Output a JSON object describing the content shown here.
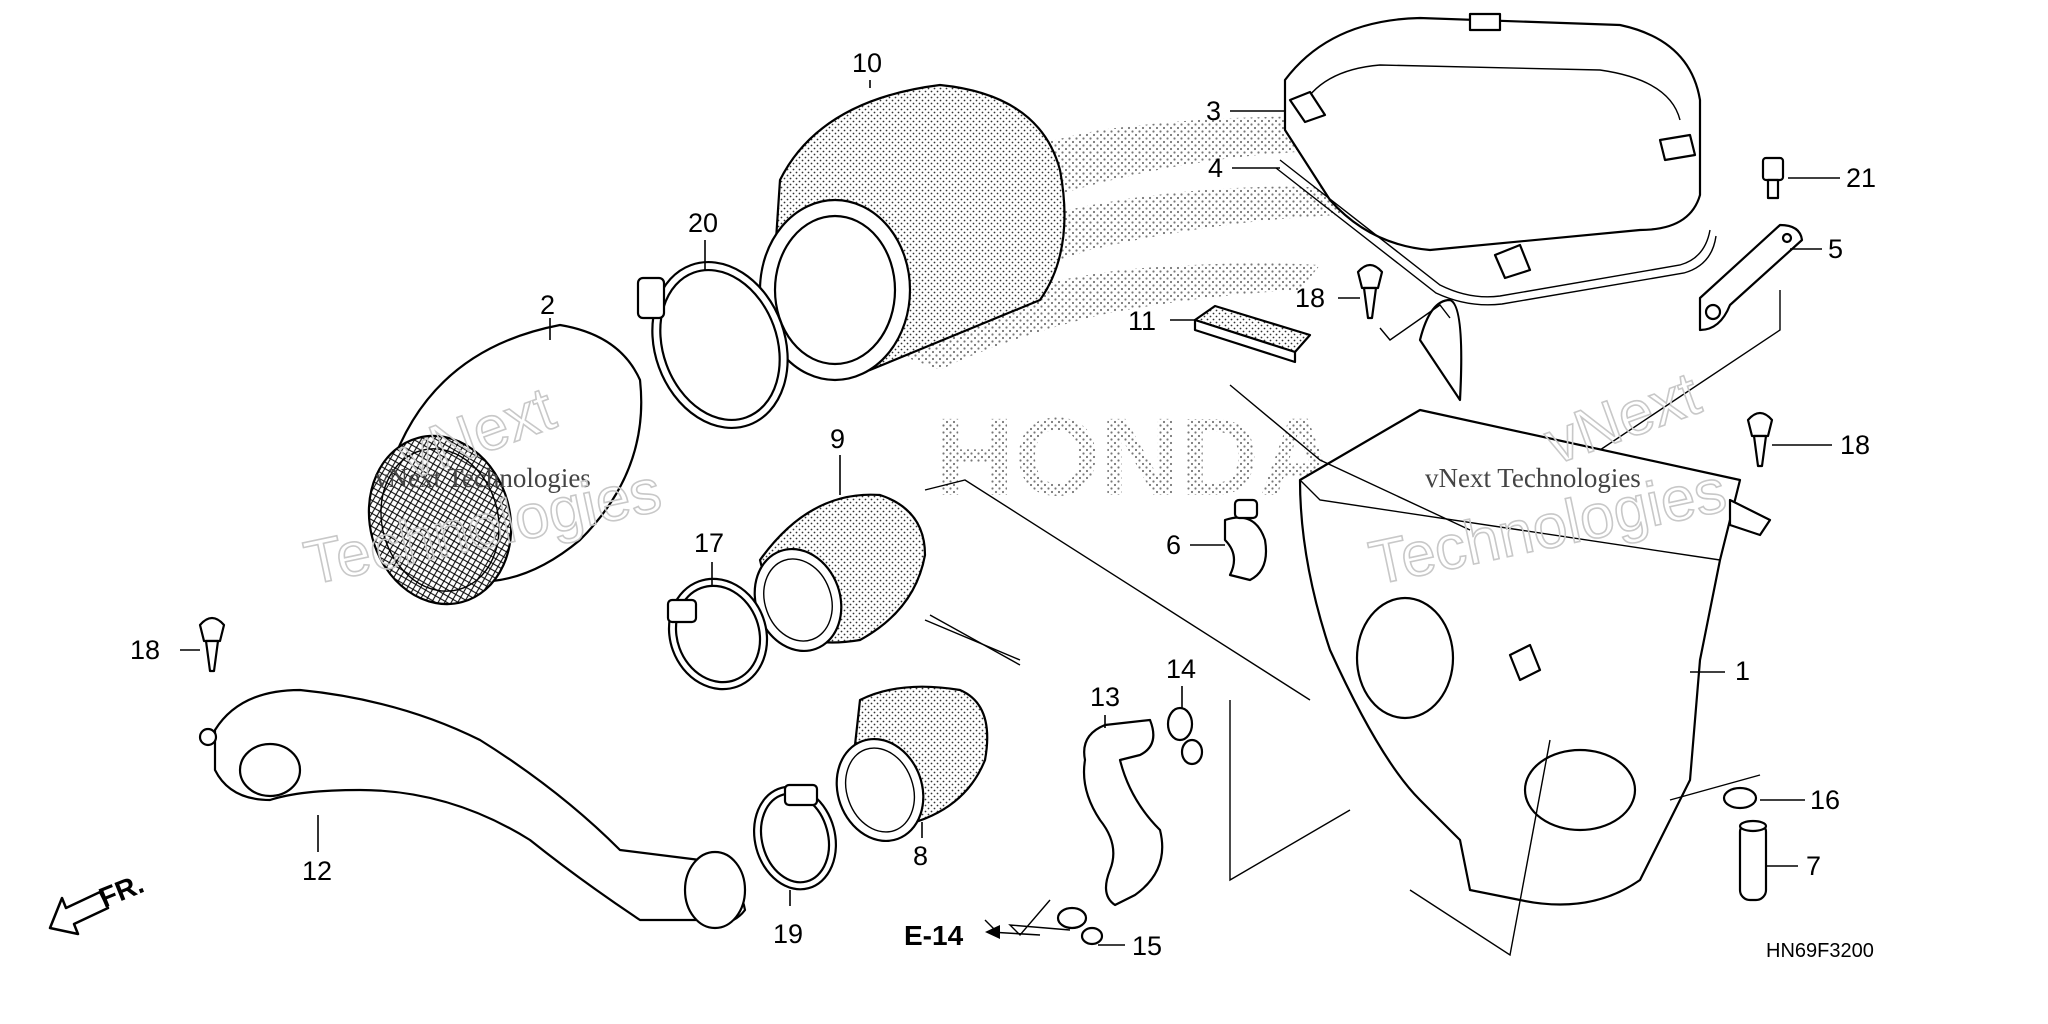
{
  "diagram_code": "HN69F3200",
  "reference": {
    "label": "E-14"
  },
  "direction": {
    "label": "FR."
  },
  "watermark": {
    "brand_text": "HONDA",
    "texts": [
      "vNext Technologies",
      "vNext Technologies",
      "vNext",
      "Technologies",
      "vNext",
      "Technologies"
    ]
  },
  "callouts": [
    "1",
    "2",
    "3",
    "4",
    "5",
    "6",
    "7",
    "8",
    "9",
    "10",
    "11",
    "12",
    "13",
    "14",
    "15",
    "16",
    "17",
    "18",
    "18",
    "18",
    "19",
    "20",
    "21"
  ],
  "icons": {
    "direction_arrow": "fr-arrow-icon"
  }
}
